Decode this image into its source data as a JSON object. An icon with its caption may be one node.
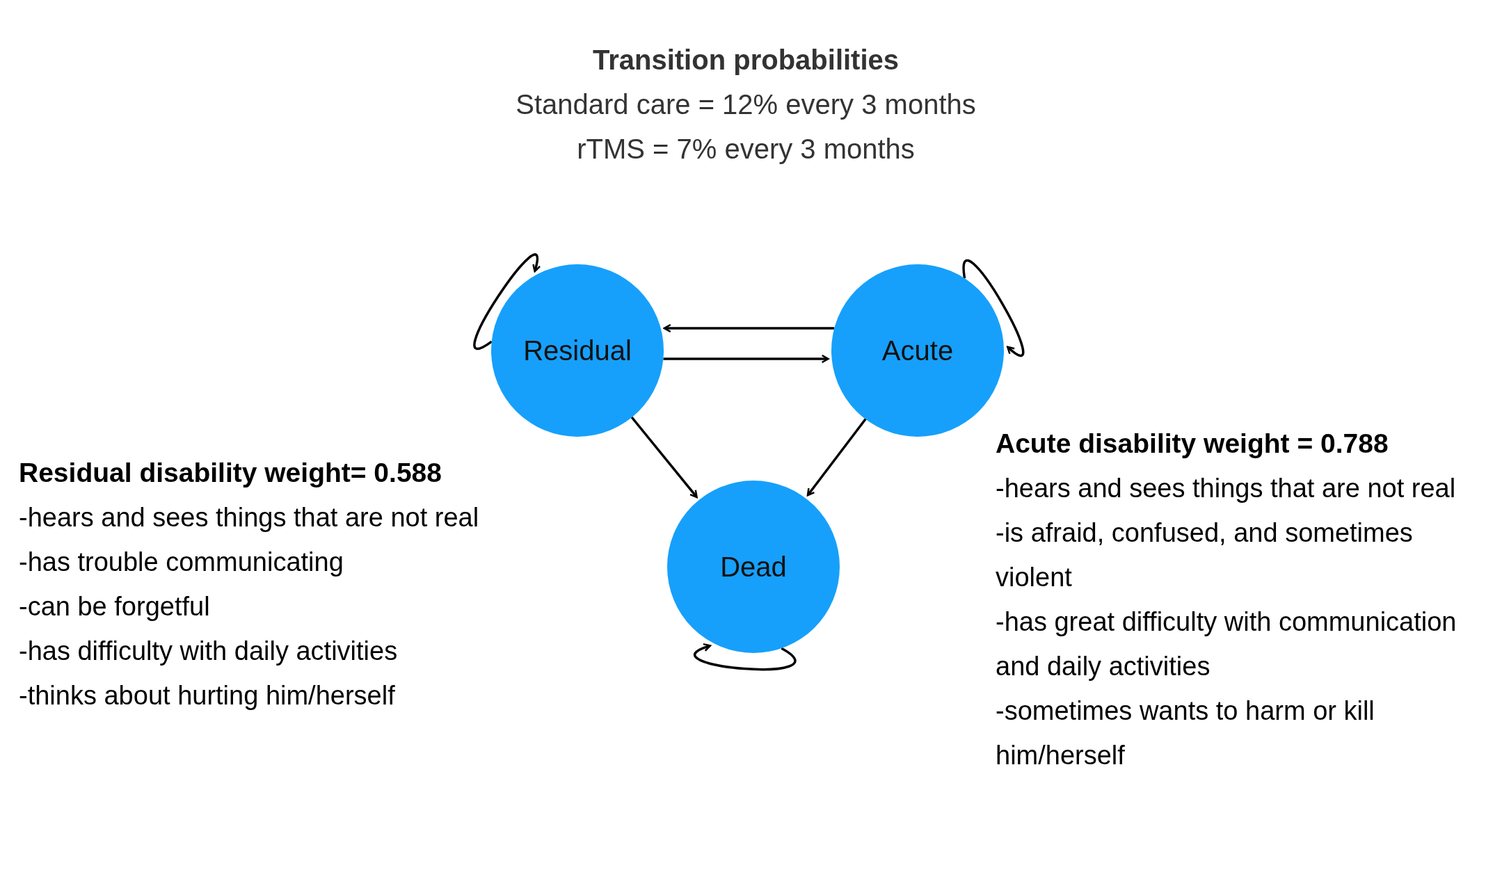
{
  "diagram": {
    "title": "Transition probabilities",
    "nodes": [
      {
        "text": [
          "Residual"
        ]
      },
      {
        "text": [
          "Acute"
        ]
      },
      {
        "text": [
          "Dead"
        ]
      }
    ],
    "edges": [
      {
        "from": 0,
        "to": 0,
        "arrow": "to"
      },
      {
        "from": 1,
        "to": 0,
        "arrow": "to"
      },
      {
        "from": 0,
        "to": 1,
        "arrow": "to"
      },
      {
        "from": 1,
        "to": 1,
        "arrow": "to"
      },
      {
        "from": 0,
        "to": 2,
        "arrow": "to"
      },
      {
        "from": 1,
        "to": 2,
        "arrow": "to"
      },
      {
        "from": 2,
        "to": 2,
        "arrow": "to"
      }
    ],
    "labels": [
      "Standard care = 12% every 3 months",
      "rTMS = 7% every 3 months",
      "Residual disability weight= 0.588",
      "-hears and sees things that are not real",
      "-has trouble communicating",
      "-can be forgetful",
      "-has difficulty with daily activities",
      "-thinks about hurting him/herself",
      "Acute disability weight = 0.788",
      "-hears and sees things that are not real",
      "-is afraid, confused, and sometimes violent",
      "-has great difficulty with communication and daily activities",
      "-sometimes wants to harm or kill him/herself"
    ]
  }
}
